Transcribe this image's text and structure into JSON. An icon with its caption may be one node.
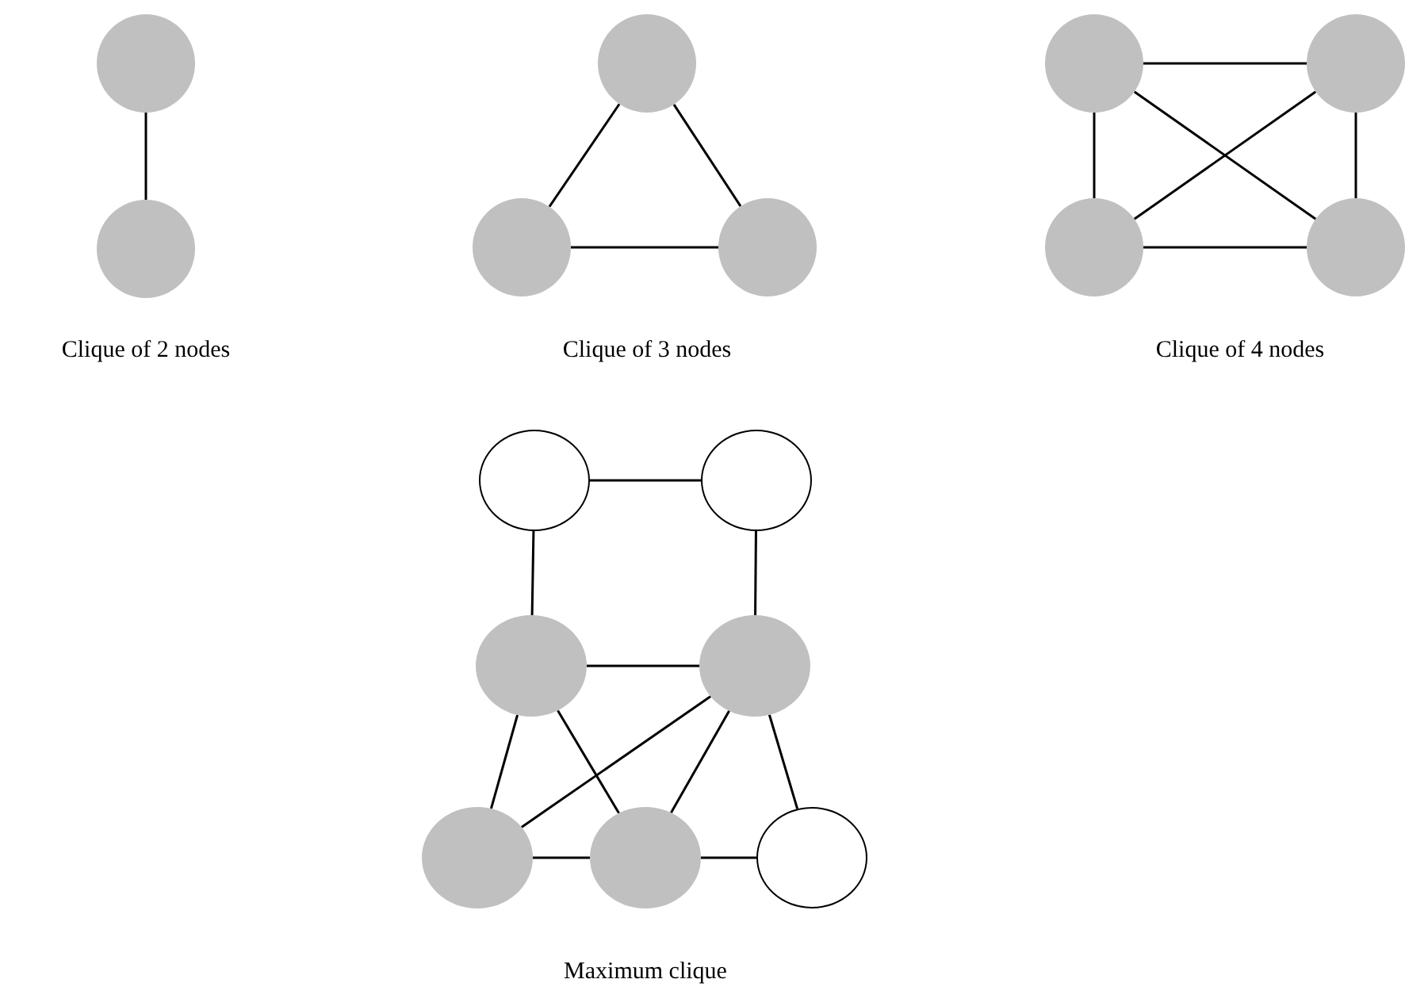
{
  "diagram": {
    "nodes": [
      {
        "text": [],
        "shape": "circle"
      },
      {
        "text": [],
        "shape": "circle"
      },
      {
        "text": [],
        "shape": "circle"
      },
      {
        "text": [],
        "shape": "circle"
      },
      {
        "text": [],
        "shape": "circle"
      },
      {
        "text": [],
        "shape": "circle"
      },
      {
        "text": [],
        "shape": "circle"
      },
      {
        "text": [],
        "shape": "circle"
      },
      {
        "text": [],
        "shape": "circle"
      },
      {
        "text": [],
        "shape": "circle"
      },
      {
        "text": [],
        "shape": "circle"
      },
      {
        "text": [],
        "shape": "circle"
      },
      {
        "text": [],
        "shape": "circle"
      },
      {
        "text": [],
        "shape": "circle"
      },
      {
        "text": [],
        "shape": "circle"
      },
      {
        "text": [],
        "shape": "circle"
      }
    ],
    "edges": [
      {
        "from": 0,
        "to": 1,
        "arrow": "none"
      },
      {
        "from": 2,
        "to": 3,
        "arrow": "none"
      },
      {
        "from": 2,
        "to": 4,
        "arrow": "none"
      },
      {
        "from": 3,
        "to": 4,
        "arrow": "none"
      },
      {
        "from": 5,
        "to": 6,
        "arrow": "none"
      },
      {
        "from": 5,
        "to": 7,
        "arrow": "none"
      },
      {
        "from": 5,
        "to": 8,
        "arrow": "none"
      },
      {
        "from": 6,
        "to": 7,
        "arrow": "none"
      },
      {
        "from": 6,
        "to": 8,
        "arrow": "none"
      },
      {
        "from": 7,
        "to": 8,
        "arrow": "none"
      },
      {
        "from": 9,
        "to": 10,
        "arrow": "none"
      },
      {
        "from": 9,
        "to": 11,
        "arrow": "none"
      },
      {
        "from": 10,
        "to": 12,
        "arrow": "none"
      },
      {
        "from": 11,
        "to": 12,
        "arrow": "none"
      },
      {
        "from": 11,
        "to": 13,
        "arrow": "none"
      },
      {
        "from": 11,
        "to": 14,
        "arrow": "none"
      },
      {
        "from": 12,
        "to": 13,
        "arrow": "none"
      },
      {
        "from": 12,
        "to": 14,
        "arrow": "none"
      },
      {
        "from": 12,
        "to": 15,
        "arrow": "none"
      },
      {
        "from": 13,
        "to": 14,
        "arrow": "none"
      },
      {
        "from": 14,
        "to": 15,
        "arrow": "none"
      }
    ],
    "labels": [
      "Clique of 2 nodes",
      "Clique of 3 nodes",
      "Clique of 4 nodes",
      "Maximum clique"
    ]
  }
}
